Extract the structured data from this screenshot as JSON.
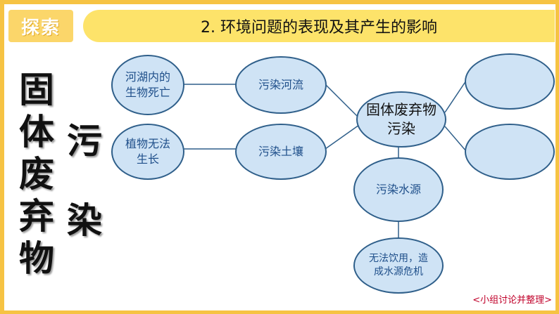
{
  "header": {
    "badge": "探索",
    "title": "2. 环境问题的表现及其产生的影响"
  },
  "side_title": {
    "column1": [
      "固",
      "体",
      "废",
      "弃",
      "物"
    ],
    "column2": [
      "污",
      "染"
    ]
  },
  "nodes": {
    "center": "固体废弃物污染",
    "river": "污染河流",
    "soil": "污染土壤",
    "water_source": "污染水源",
    "organisms": "河湖内的生物死亡",
    "plants": "植物无法生长",
    "water_crisis": "无法饮用，造成水源危机",
    "empty_top": "",
    "empty_bottom": ""
  },
  "footer": {
    "note": "<小组讨论并整理>"
  },
  "colors": {
    "frame": "#f6c343",
    "title_bar": "#fde36a",
    "node_fill": "#cfe3f5",
    "node_border": "#2f5f8a",
    "note_text": "#c0002a"
  }
}
